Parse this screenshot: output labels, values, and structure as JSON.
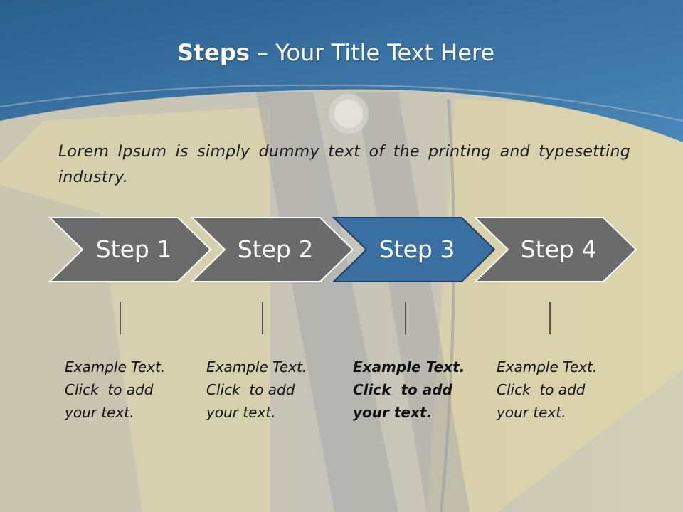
{
  "title": {
    "bold": "Steps",
    "rest": " – Your Title Text Here"
  },
  "intro": "Lorem Ipsum is simply dummy text of the printing and typesetting industry.",
  "colors": {
    "step_fill": "#6b6b6b",
    "active_fill": "#3a70a1",
    "header": "#2f6594"
  },
  "steps": [
    {
      "label": "Step 1",
      "active": false,
      "desc": [
        "Example Text.",
        "Click  to add",
        "your text."
      ]
    },
    {
      "label": "Step 2",
      "active": false,
      "desc": [
        "Example Text.",
        "Click  to add",
        "your text."
      ]
    },
    {
      "label": "Step 3",
      "active": true,
      "desc": [
        "Example Text.",
        "Click  to add",
        "your text."
      ]
    },
    {
      "label": "Step 4",
      "active": false,
      "desc": [
        "Example Text.",
        "Click  to add",
        "your text."
      ]
    }
  ]
}
